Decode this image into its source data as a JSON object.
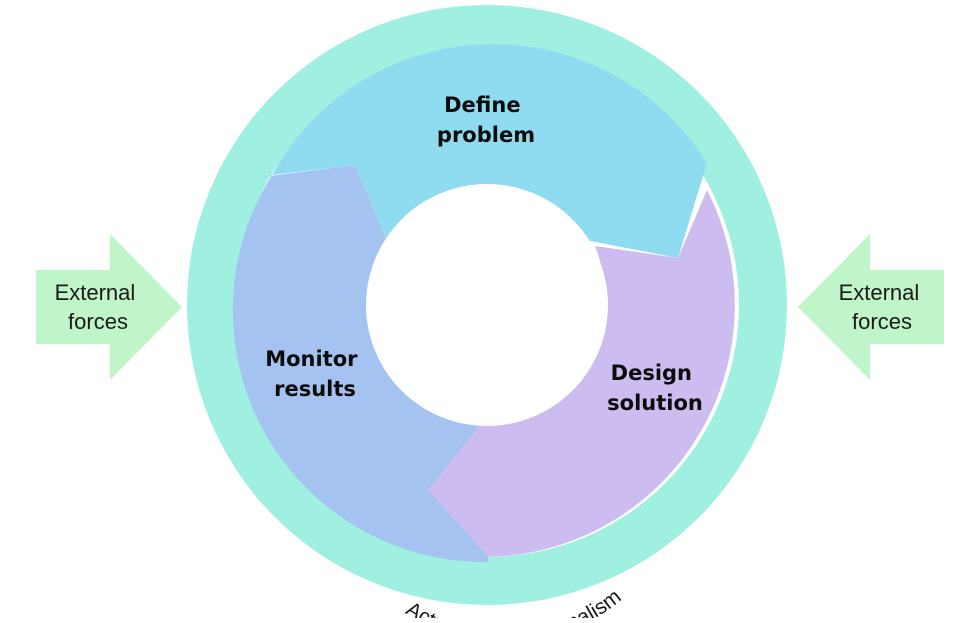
{
  "diagram": {
    "stages": [
      {
        "line1": "Define",
        "line2": "problem"
      },
      {
        "line1": "Design",
        "line2": "solution"
      },
      {
        "line1": "Monitor",
        "line2": "results"
      }
    ],
    "outer_ring_label": "Actuarial professionalism",
    "external_forces": [
      {
        "line1": "External",
        "line2": "forces"
      },
      {
        "line1": "External",
        "line2": "forces"
      }
    ],
    "colors": {
      "outer_ring": "#9ff0e0",
      "define_problem": "#8fdcf0",
      "design_solution": "#cdbcef",
      "monitor_results": "#a5c3f0",
      "external_forces": "#bff5c8"
    }
  }
}
